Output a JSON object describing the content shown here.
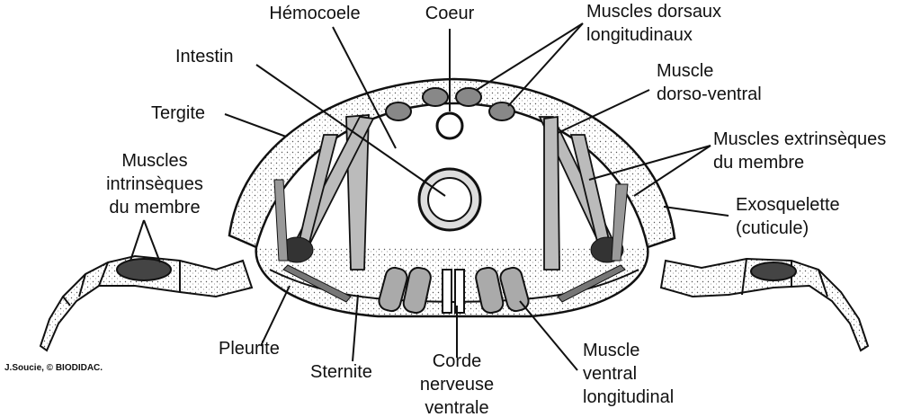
{
  "labels": {
    "hemocoele": "Hémocoele",
    "coeur": "Coeur",
    "muscles_dorsaux": [
      "Muscles dorsaux",
      "longitudinaux"
    ],
    "intestin": "Intestin",
    "muscle_dorso_ventral": [
      "Muscle",
      "dorso-ventral"
    ],
    "tergite": "Tergite",
    "muscles_extrinseques": [
      "Muscles extrinsèques",
      "du membre"
    ],
    "muscles_intrinseques": [
      "Muscles",
      "intrinsèques",
      "du membre"
    ],
    "exosquelette": [
      "Exosquelette",
      "(cuticule)"
    ],
    "pleurite": "Pleurite",
    "sternite": "Sternite",
    "corde_nerveuse": [
      "Corde",
      "nerveuse",
      "ventrale"
    ],
    "muscle_ventral": [
      "Muscle",
      "ventral",
      "longitudinal"
    ]
  },
  "credit": "J.Soucie, © BIODIDAC."
}
